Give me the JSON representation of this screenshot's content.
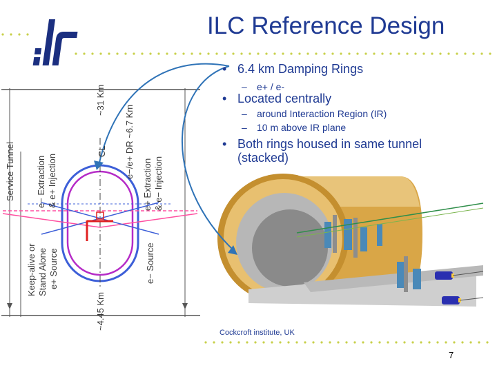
{
  "logo": {
    "text": "ilc"
  },
  "title": "ILC Reference Design",
  "bullets": [
    {
      "text": "6.4 km Damping Rings",
      "subs": [
        "e+ / e-"
      ]
    },
    {
      "text": "Located centrally",
      "subs": [
        "around Interaction Region (IR)",
        "10 m above IR plane"
      ]
    },
    {
      "text_line1": "Both rings housed in same tunnel",
      "text_line2": "(stacked)"
    }
  ],
  "bullet_mark": "•",
  "sub_mark": "–",
  "layout_labels": {
    "length_top": "~31 Km",
    "length_bottom": "~4.45 Km",
    "dr_size": "e−/e+ DR ~6.7 Km",
    "centerline": "CL",
    "service_tunnel": "Service Tunnel",
    "left_extraction": "e− Extraction",
    "left_injection": "& e+ Injection",
    "right_extraction": "e+ Extraction",
    "right_injection": "& e− Injection",
    "keep_alive_1": "Keep-alive or",
    "keep_alive_2": "Stand Alone",
    "keep_alive_3": "e+ Source",
    "e_source": "e− Source"
  },
  "photo_credit": "Cockcroft institute, UK",
  "page_number": "7",
  "colors": {
    "title": "#1f3a93",
    "logo": "#1b2f80",
    "ring_outer": "#3d5fd8",
    "ring_inner": "#b52bc7",
    "beamline": "#ff4fa0",
    "ir_marker": "#e02020",
    "arrow": "#2f73b7",
    "tunnel": "#e0b04a",
    "dots": "#c8d04a"
  }
}
